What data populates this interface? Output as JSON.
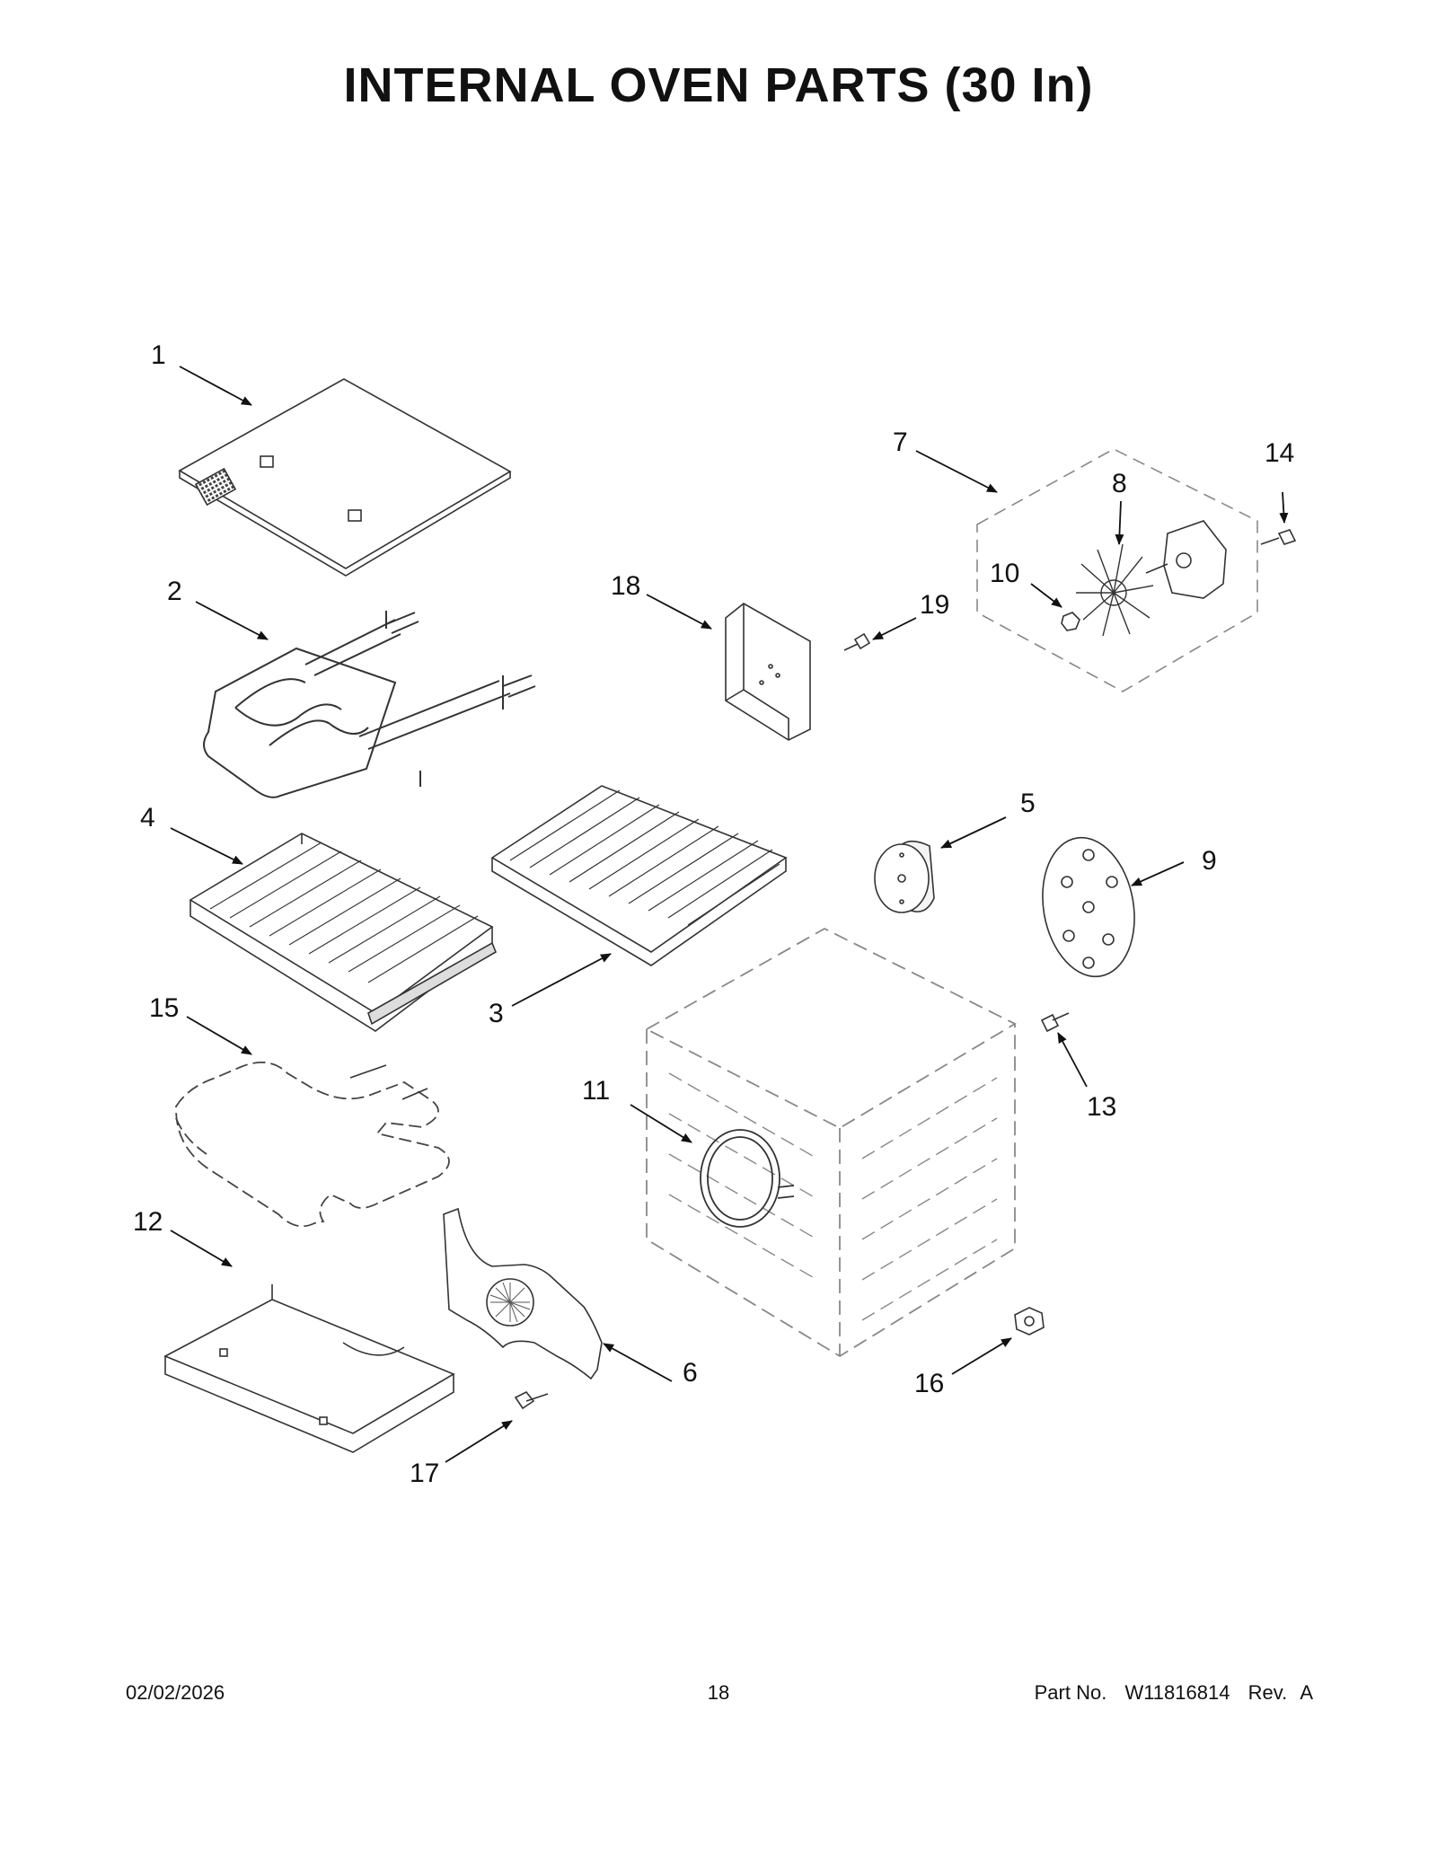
{
  "header": {
    "title": "INTERNAL OVEN PARTS (30 In)"
  },
  "callouts": [
    "1",
    "2",
    "3",
    "4",
    "5",
    "6",
    "7",
    "8",
    "9",
    "10",
    "11",
    "12",
    "13",
    "14",
    "15",
    "16",
    "17",
    "18",
    "19"
  ],
  "footer": {
    "date": "02/02/2026",
    "page": "18",
    "part_label": "Part No.",
    "part_number": "W11816814",
    "rev_label": "Rev.",
    "rev": "A"
  }
}
